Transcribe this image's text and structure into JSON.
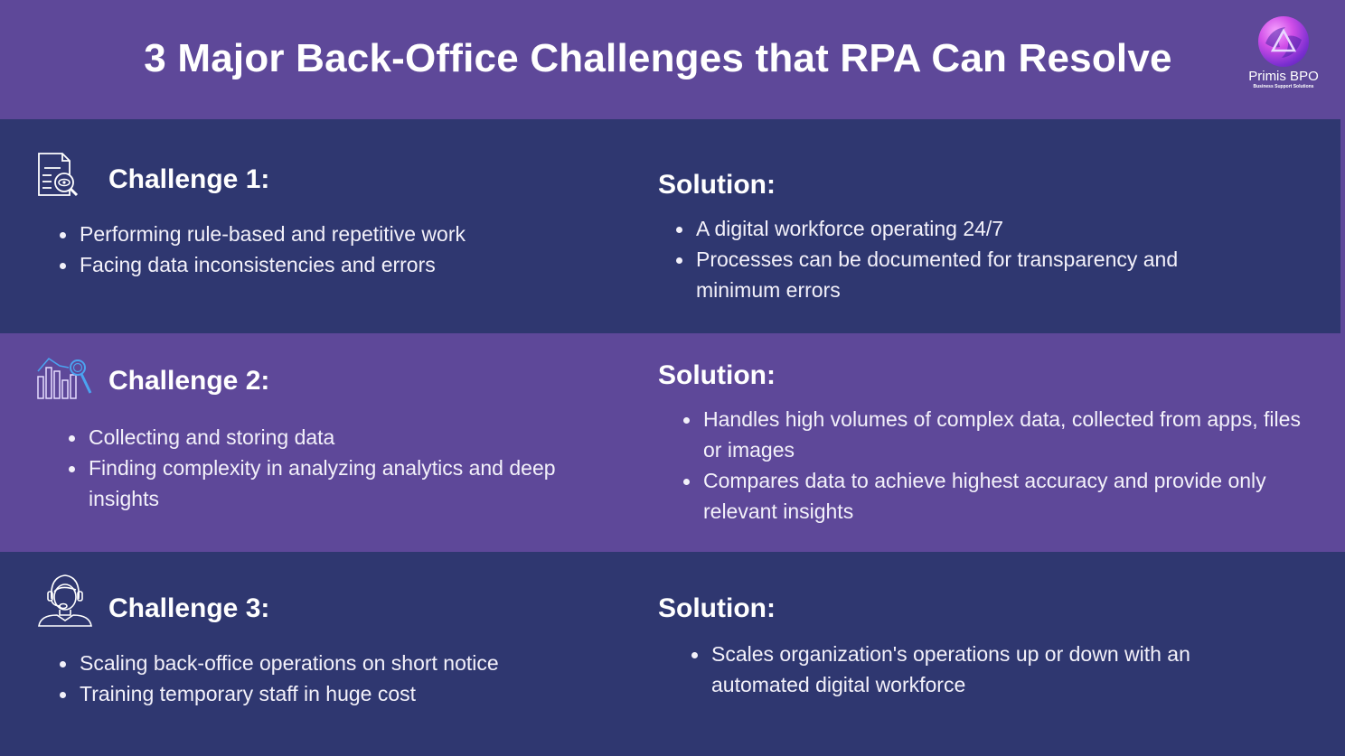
{
  "header": {
    "title": "3 Major Back-Office Challenges that RPA Can Resolve",
    "logo": {
      "name": "Primis BPO",
      "tagline": "Business Support Solutions",
      "icon": "primis-logo-icon"
    }
  },
  "colors": {
    "purple": "#5e4899",
    "navy": "#2f3770",
    "text": "#ffffff",
    "icon_accent": "#3d9ae8"
  },
  "sections": [
    {
      "challenge_title": "Challenge 1:",
      "icon": "document-search-icon",
      "challenges": [
        "Performing rule-based and repetitive work",
        "Facing data inconsistencies and errors"
      ],
      "solution_title": "Solution:",
      "solutions": [
        "A digital workforce operating 24/7",
        "Processes can be documented for transparency and minimum errors"
      ]
    },
    {
      "challenge_title": "Challenge 2:",
      "icon": "chart-analytics-icon",
      "challenges": [
        "Collecting and storing data",
        "Finding complexity in  analyzing analytics and deep insights"
      ],
      "solution_title": "Solution:",
      "solutions": [
        "Handles high volumes of complex data, collected from apps, files or images",
        "Compares data to achieve highest accuracy and provide only relevant insights"
      ]
    },
    {
      "challenge_title": "Challenge 3:",
      "icon": "support-agent-icon",
      "challenges": [
        "Scaling back-office operations on short notice",
        "Training  temporary staff in huge cost"
      ],
      "solution_title": "Solution:",
      "solutions": [
        "Scales organization's operations up or down with an automated digital workforce"
      ]
    }
  ]
}
